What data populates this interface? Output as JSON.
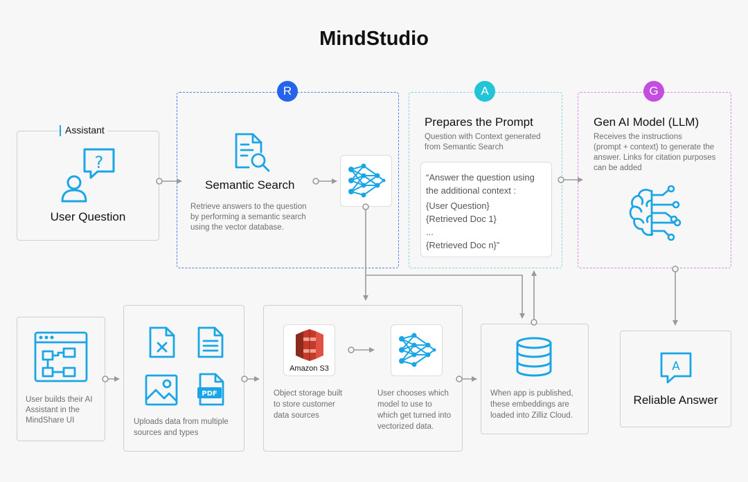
{
  "title": "MindStudio",
  "assistant": {
    "label": "Assistant",
    "heading": "User Question"
  },
  "retrieve": {
    "badge": "R",
    "heading": "Semantic Search",
    "desc_lines": [
      "Retrieve answers to the question",
      "by performing a semantic search",
      "using the vector database."
    ]
  },
  "augment": {
    "badge": "A",
    "heading": "Prepares the Prompt",
    "desc_lines": [
      "Question with Context generated",
      "from Semantic Search"
    ],
    "prompt_lines": [
      "“Answer the question using",
      "the additional context :",
      "{User Question}",
      "{Retrieved Doc 1}",
      "...",
      "{Retrieved Doc n}”"
    ]
  },
  "generate": {
    "badge": "G",
    "heading": "Gen AI Model (LLM)",
    "desc_lines": [
      "Receives the instructions",
      "(prompt + context) to generate the",
      "answer. Links for citation purposes",
      "can be added"
    ]
  },
  "builder": {
    "desc_lines": [
      "User builds their AI",
      "Assistant in the",
      "MindShare UI"
    ]
  },
  "uploads": {
    "desc_lines": [
      "Uploads data from multiple",
      "sources and types"
    ],
    "pdf_label": "PDF"
  },
  "storage": {
    "s3_label": "Amazon S3",
    "desc_lines": [
      "Object storage built",
      "to store customer",
      "data sources"
    ],
    "model_desc_lines": [
      "User chooses which",
      "model to use to",
      "which get turned into",
      "vectorized data."
    ]
  },
  "vectordb": {
    "desc_lines": [
      "When app is published,",
      "these embeddings are",
      "loaded into Zilliz Cloud."
    ]
  },
  "answer": {
    "badge": "A",
    "heading": "Reliable Answer"
  },
  "colors": {
    "blue_badge": "#2563eb",
    "cyan_badge": "#22c4d8",
    "pink_badge": "#c44ee0",
    "icon_blue": "#19a5e6",
    "connector": "#9a9a9a"
  }
}
